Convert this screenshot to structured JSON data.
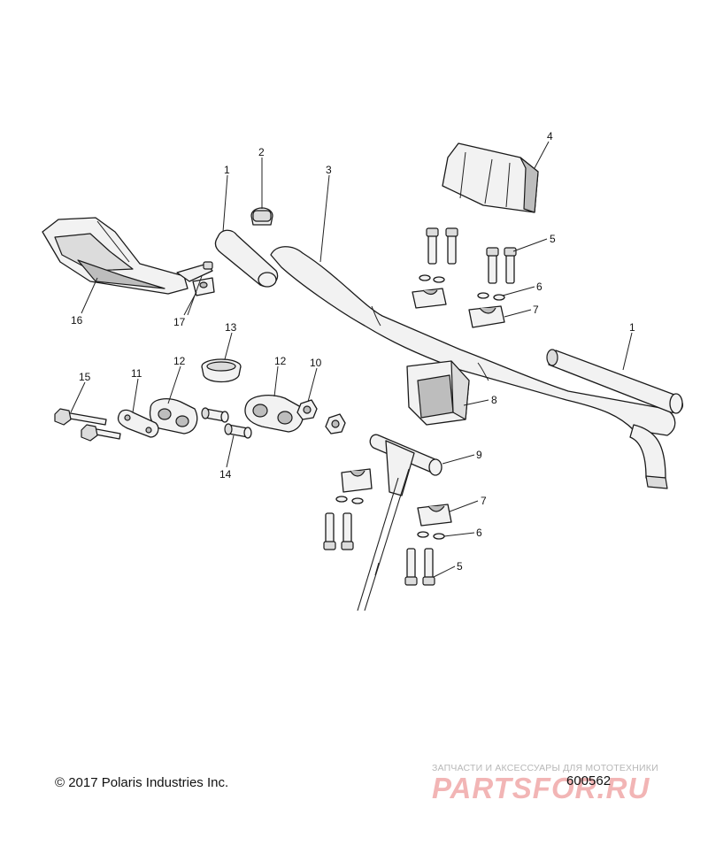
{
  "callouts": {
    "n1": "1",
    "n2": "2",
    "n3": "3",
    "n4": "4",
    "n5": "5",
    "n6": "6",
    "n7": "7",
    "n8": "8",
    "n9": "9",
    "n10": "10",
    "n11": "11",
    "n12": "12",
    "n13": "13",
    "n14": "14",
    "n15": "15",
    "n16": "16",
    "n17": "17"
  },
  "footer": {
    "copyright": "© 2017 Polaris Industries Inc.",
    "figure_number": "600562"
  },
  "watermark": {
    "tagline": "ЗАПЧАСТИ И АКСЕССУАРЫ ДЛЯ МОТОТЕХНИКИ",
    "logo": "PARTSFOR.RU"
  }
}
